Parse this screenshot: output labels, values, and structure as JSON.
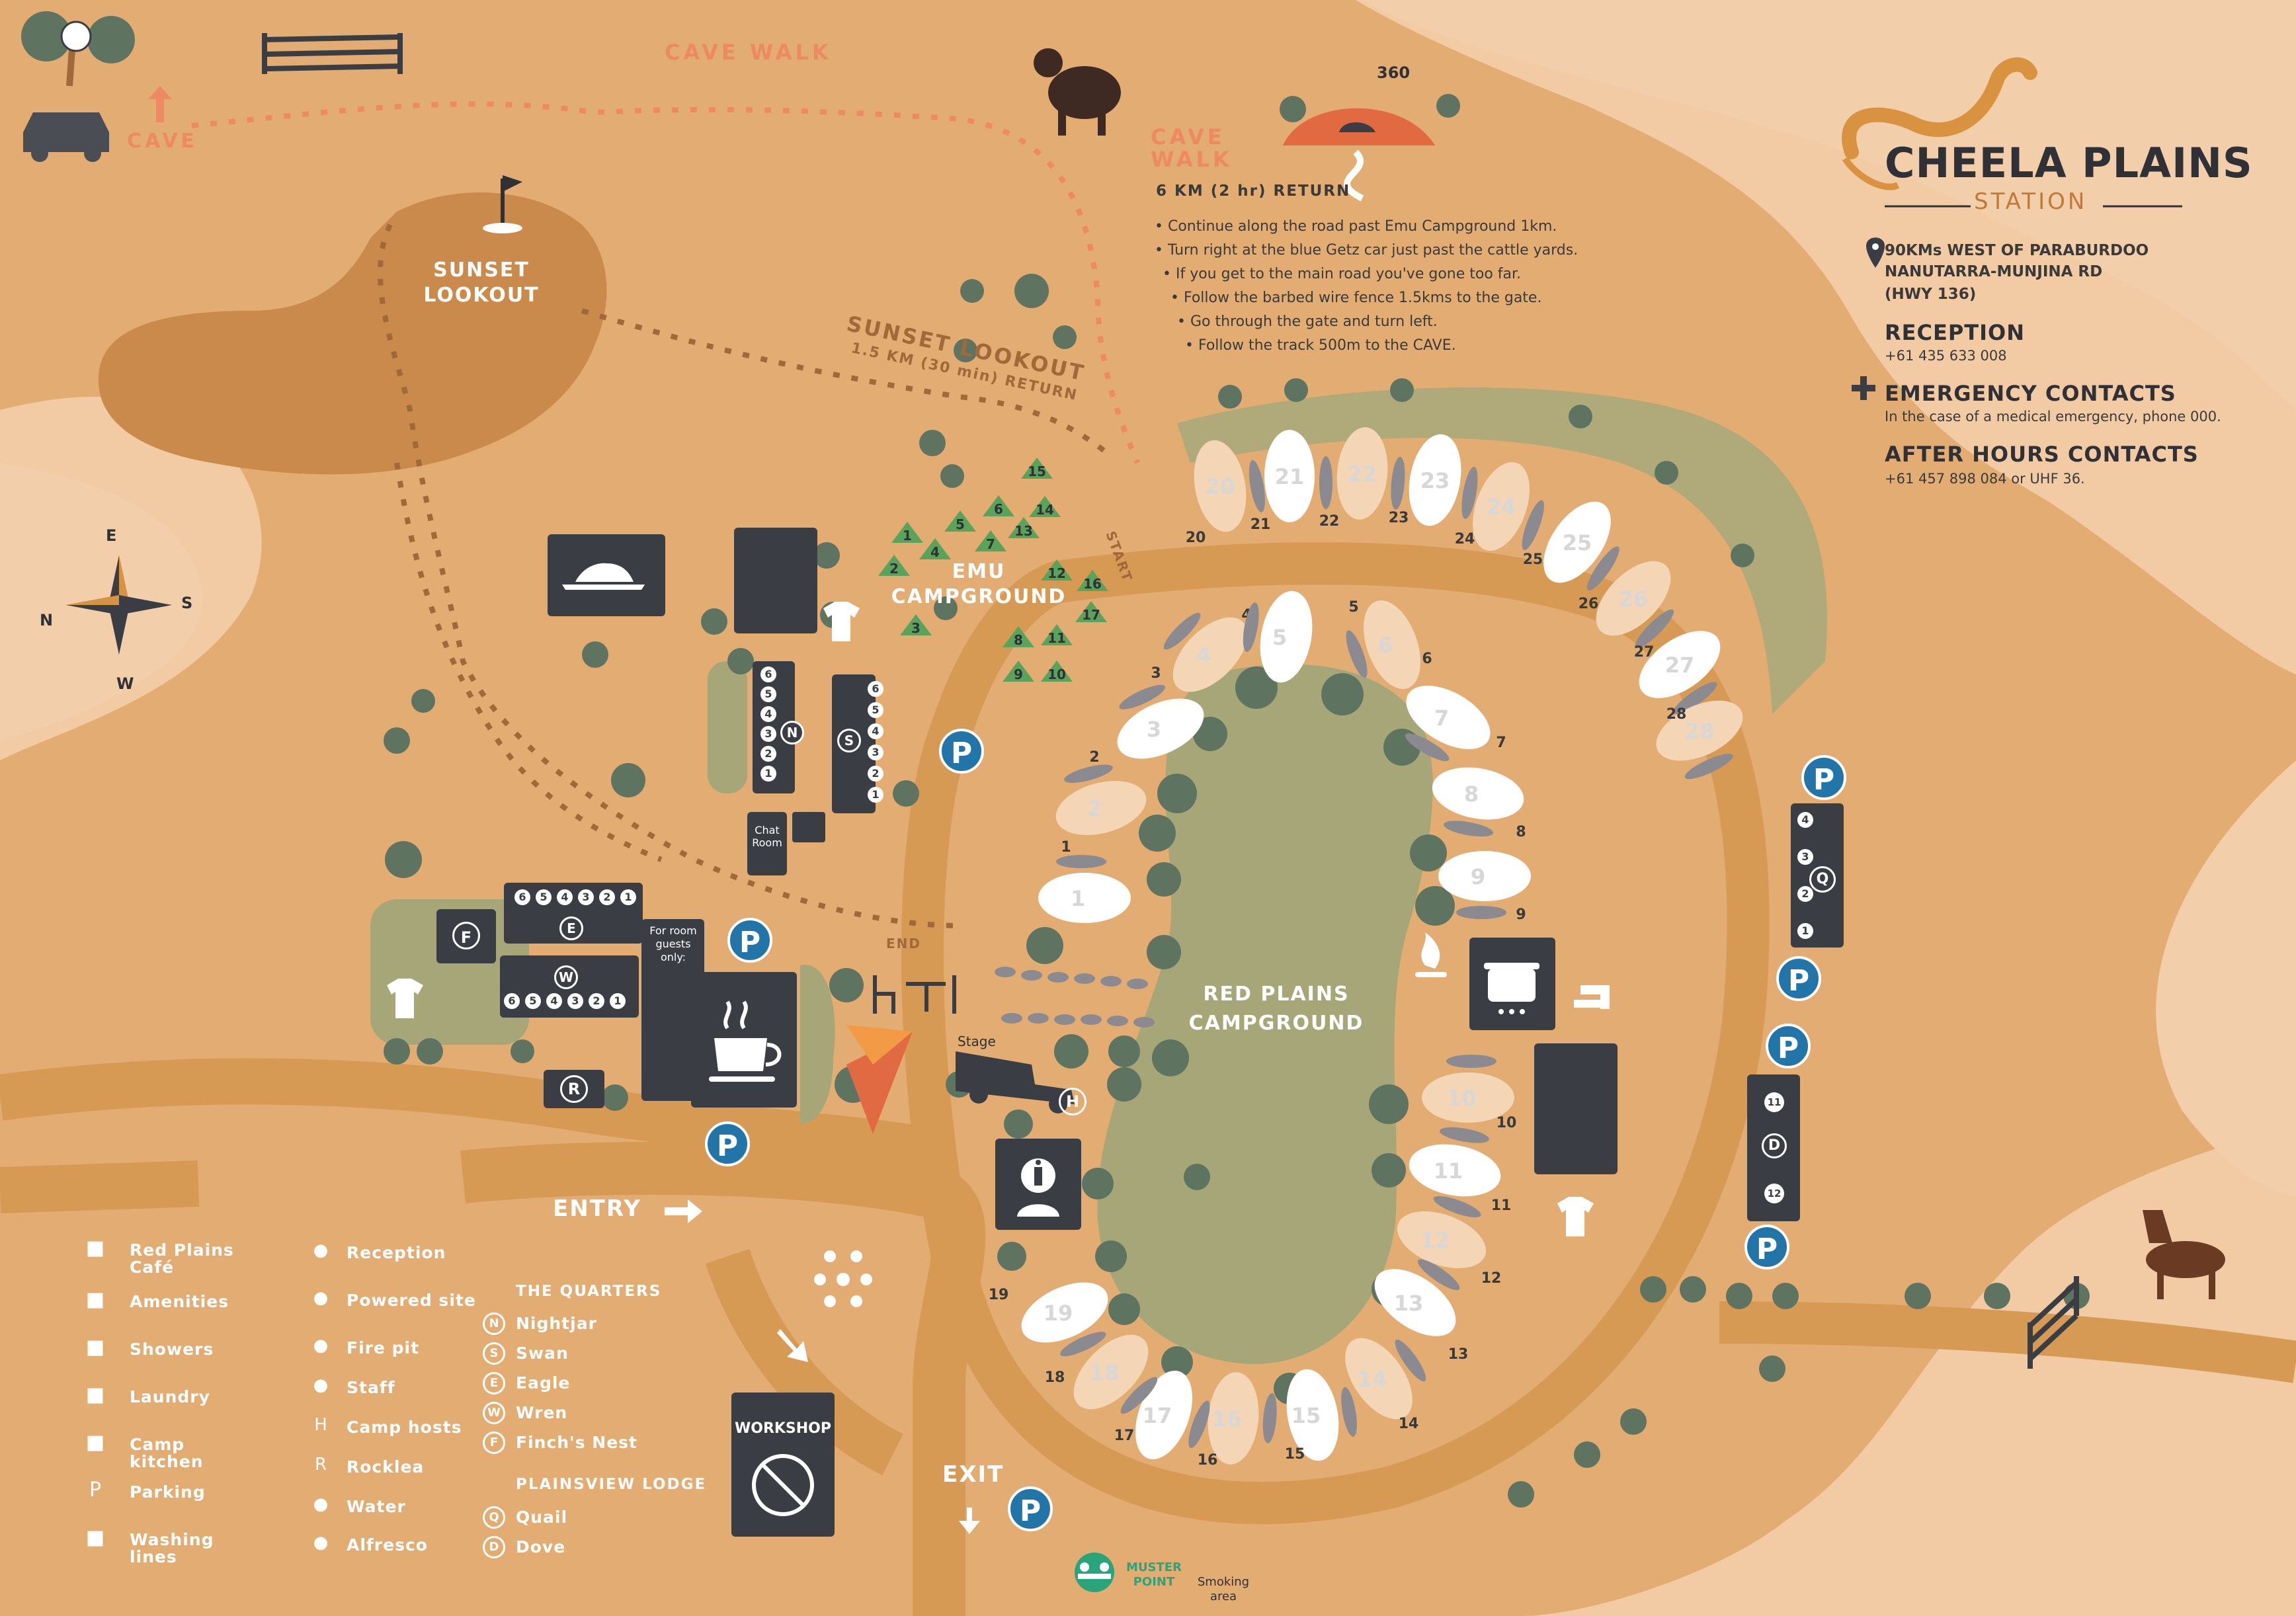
{
  "brand": {
    "name": "CHEELA PLAINS",
    "sub": "STATION"
  },
  "address": {
    "line1": "90KMs WEST OF PARABURDOO",
    "line2": "NANUTARRA-MUNJINA RD",
    "line3": "(HWY 136)"
  },
  "reception": {
    "heading": "RECEPTION",
    "phone": "+61 435 633 008"
  },
  "emergency": {
    "heading": "EMERGENCY CONTACTS",
    "text": "In the case of a medical emergency, phone 000."
  },
  "after_hours": {
    "heading": "AFTER HOURS CONTACTS",
    "text": "+61 457 898 084 or UHF 36."
  },
  "cave_walk": {
    "title_top": "CAVE",
    "title_bottom": "WALK",
    "distance": "6 KM (2 hr) RETURN",
    "steps": [
      "Continue along the road past Emu Campground 1km.",
      "Turn right at the blue Getz car just past the cattle yards.",
      "If you get to the main road you've gone too far.",
      "Follow the barbed wire fence 1.5kms to the gate.",
      "Go through the gate and turn left.",
      "Follow the track 500m to the CAVE."
    ],
    "badge": "360"
  },
  "labels": {
    "cave_walk_path": "CAVE WALK",
    "cave_arrow": "CAVE",
    "sunset_lookout": "SUNSET\nLOOKOUT",
    "sunset_trail_title": "SUNSET LOOKOUT",
    "sunset_trail_dist": "1.5 KM (30 min) RETURN",
    "start": "START",
    "end": "END",
    "emu_campground": "EMU\nCAMPGROUND",
    "red_plains_campground": "RED PLAINS\nCAMPGROUND",
    "entry": "ENTRY",
    "exit": "EXIT",
    "workshop": "WORKSHOP",
    "stage": "Stage",
    "chat_room": "Chat Room",
    "room_guests": "For room guests only:",
    "muster_point": "MUSTER POINT",
    "smoking_area": "Smoking area"
  },
  "compass": {
    "e": "E",
    "s": "S",
    "w": "W",
    "n": "N"
  },
  "emu_sites": [
    "1",
    "2",
    "3",
    "4",
    "5",
    "6",
    "7",
    "8",
    "9",
    "10",
    "11",
    "12",
    "13",
    "14",
    "15",
    "16",
    "17"
  ],
  "red_plains_inner": [
    "1",
    "2",
    "3",
    "4",
    "5",
    "6",
    "7",
    "8",
    "9",
    "10",
    "11",
    "12",
    "13",
    "14",
    "15",
    "16",
    "17",
    "18",
    "19"
  ],
  "red_plains_outer": [
    "20",
    "21",
    "22",
    "23",
    "24",
    "25",
    "26",
    "27",
    "28"
  ],
  "quarters": {
    "nightjar": {
      "letter": "N",
      "rooms": [
        "6",
        "5",
        "4",
        "3",
        "2",
        "1"
      ]
    },
    "swan": {
      "letter": "S",
      "rooms": [
        "6",
        "5",
        "4",
        "3",
        "2",
        "1"
      ]
    },
    "eagle": {
      "letter": "E",
      "rooms": [
        "6",
        "5",
        "4",
        "3",
        "2",
        "1"
      ]
    },
    "wren": {
      "letter": "W",
      "rooms": [
        "6",
        "5",
        "4",
        "3",
        "2",
        "1"
      ]
    }
  },
  "plainsview": {
    "quail": {
      "letter": "Q",
      "rooms": [
        "4",
        "3",
        "2",
        "1"
      ]
    },
    "dove": {
      "letter": "D",
      "rooms": [
        "11",
        "12"
      ]
    }
  },
  "map_letters": {
    "finch": "F",
    "rocklea": "R",
    "hosts": "H",
    "parking": "P"
  },
  "legend": {
    "left": [
      {
        "icon": "cafe-icon",
        "label": "Red Plains Café"
      },
      {
        "icon": "amenities-icon",
        "label": "Amenities"
      },
      {
        "icon": "shower-icon",
        "label": "Showers"
      },
      {
        "icon": "laundry-icon",
        "label": "Laundry"
      },
      {
        "icon": "camp-kitchen-icon",
        "label": "Camp kitchen"
      },
      {
        "icon": "parking-icon",
        "label": "Parking"
      },
      {
        "icon": "washing-line-icon",
        "label": "Washing lines"
      }
    ],
    "middle": [
      {
        "icon": "reception-icon",
        "label": "Reception"
      },
      {
        "icon": "powered-site-icon",
        "label": "Powered site"
      },
      {
        "icon": "fire-pit-icon",
        "label": "Fire pit"
      },
      {
        "icon": "staff-icon",
        "label": "Staff"
      },
      {
        "icon": "camp-hosts-icon",
        "label": "Camp hosts",
        "letter": "H"
      },
      {
        "icon": "rocklea-icon",
        "label": "Rocklea",
        "letter": "R"
      },
      {
        "icon": "water-icon",
        "label": "Water"
      },
      {
        "icon": "alfresco-icon",
        "label": "Alfresco"
      }
    ],
    "quarters_heading": "THE QUARTERS",
    "quarters": [
      {
        "letter": "N",
        "label": "Nightjar"
      },
      {
        "letter": "S",
        "label": "Swan"
      },
      {
        "letter": "E",
        "label": "Eagle"
      },
      {
        "letter": "W",
        "label": "Wren"
      },
      {
        "letter": "F",
        "label": "Finch's Nest"
      }
    ],
    "plainsview_heading": "PLAINSVIEW LODGE",
    "plainsview": [
      {
        "letter": "Q",
        "label": "Quail"
      },
      {
        "letter": "D",
        "label": "Dove"
      }
    ]
  },
  "colors": {
    "background": "#f2cba4",
    "ground": "#e2ac72",
    "road": "#d79a55",
    "grass": "#a6a679",
    "tree": "#5f7460",
    "dark": "#3b3d45",
    "parking": "#2275a8",
    "accent": "#ee8a63",
    "muster": "#2aa57b"
  }
}
